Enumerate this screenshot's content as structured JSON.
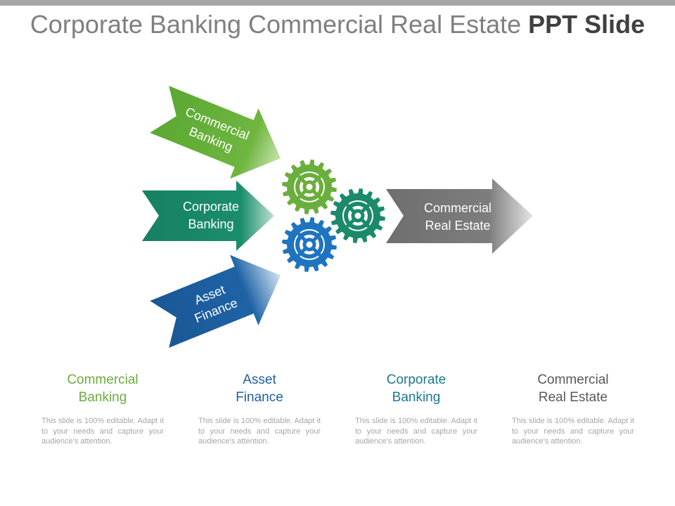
{
  "slide": {
    "title_light": "Corporate Banking Commercial Real Estate ",
    "title_bold": "PPT Slide"
  },
  "colors": {
    "green": "#6aae3c",
    "teal": "#1a8a6b",
    "blue": "#1e5f9e",
    "gear_blue": "#1f74c0",
    "gray": "#7f7f7f",
    "top_bar": "#a6a6a6"
  },
  "arrows": {
    "commercial_banking": [
      "Commercial",
      "Banking"
    ],
    "corporate_banking": [
      "Corporate",
      "Banking"
    ],
    "asset_finance": [
      "Asset",
      "Finance"
    ],
    "commercial_real_estate": [
      "Commercial",
      "Real Estate"
    ]
  },
  "gears": [
    "gear-green-icon",
    "gear-teal-icon",
    "gear-blue-icon"
  ],
  "columns": [
    {
      "title": [
        "Commercial",
        "Banking"
      ],
      "text": "This slide is 100% editable. Adapt it to your needs and capture your audience's attention.",
      "color": "#6aae3c"
    },
    {
      "title": [
        "Asset",
        "Finance"
      ],
      "text": "This slide is 100% editable. Adapt it to your needs and capture your audience's attention.",
      "color": "#1e5f9e"
    },
    {
      "title": [
        "Corporate",
        "Banking"
      ],
      "text": "This slide is 100% editable. Adapt it to your needs and capture your audience's attention.",
      "color": "#1a7a8e"
    },
    {
      "title": [
        "Commercial",
        "Real Estate"
      ],
      "text": "This slide is 100% editable. Adapt it to your needs and capture your audience's attention.",
      "color": "#595959"
    }
  ]
}
